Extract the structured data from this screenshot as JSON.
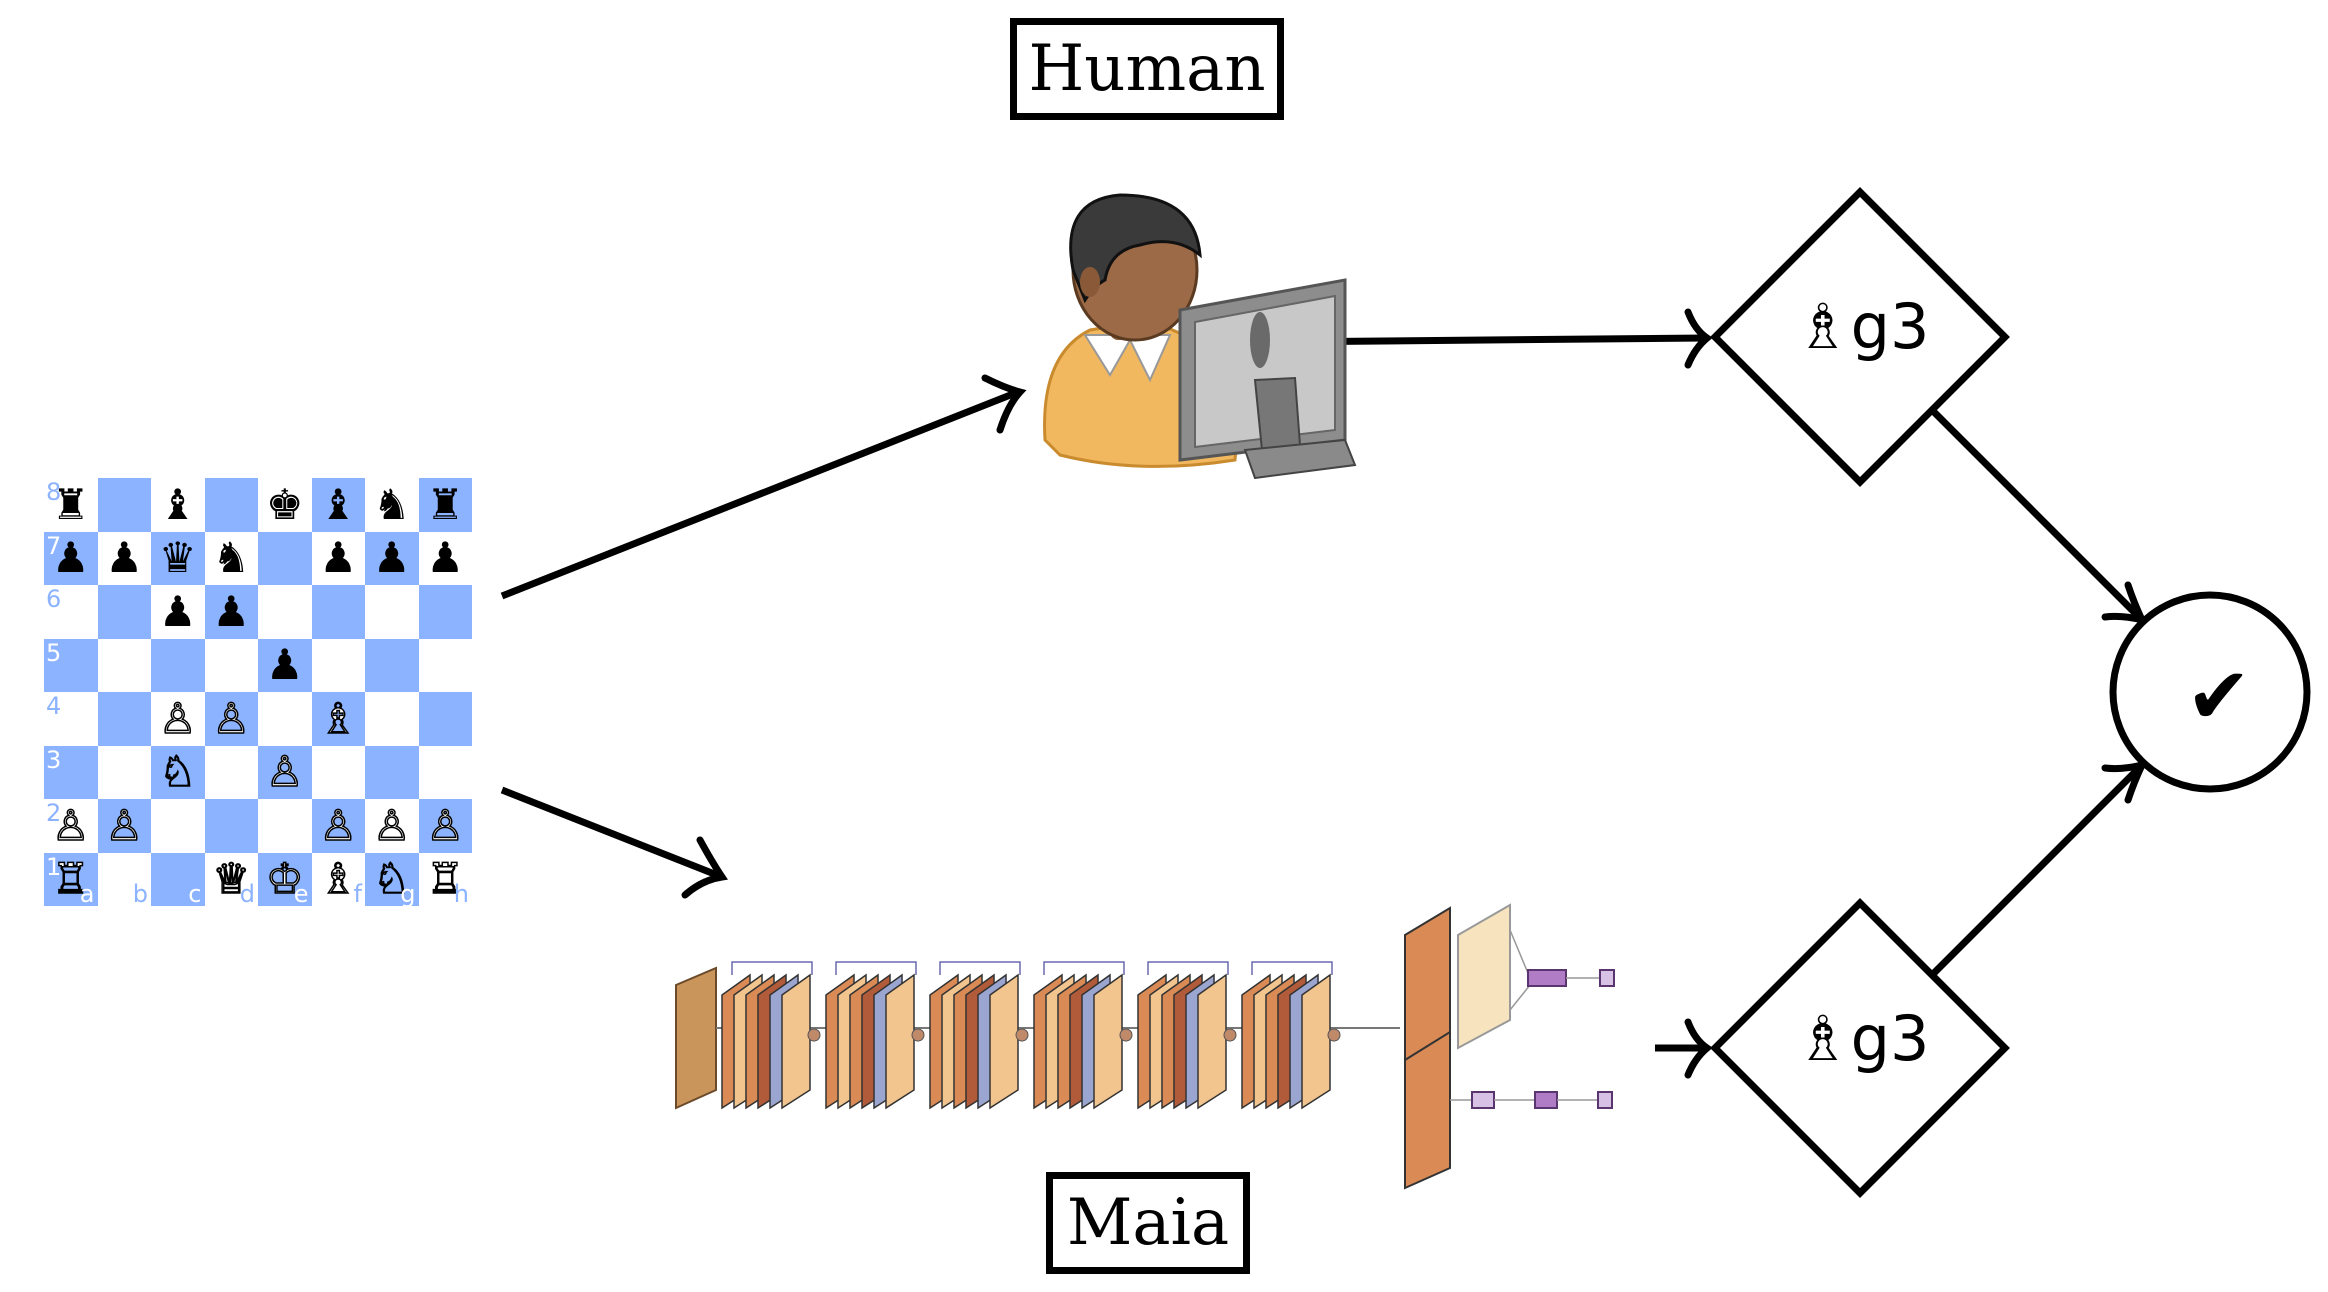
{
  "nodes": {
    "human_label": "Human",
    "maia_label": "Maia",
    "move_top": "♗g3",
    "move_bottom": "♗g3",
    "result_mark": "✔"
  },
  "board": {
    "light_color": "#ffffff",
    "dark_color": "#8cb3ff",
    "ranks": [
      "8",
      "7",
      "6",
      "5",
      "4",
      "3",
      "2",
      "1"
    ],
    "files": [
      "a",
      "b",
      "c",
      "d",
      "e",
      "f",
      "g",
      "h"
    ],
    "rows": [
      [
        "♜",
        "",
        "♝",
        "",
        "♚",
        "♝",
        "♞",
        "♜"
      ],
      [
        "♟",
        "♟",
        "♛",
        "♞",
        "",
        "♟",
        "♟",
        "♟"
      ],
      [
        "",
        "",
        "♟",
        "♟",
        "",
        "",
        "",
        ""
      ],
      [
        "",
        "",
        "",
        "",
        "♟",
        "",
        "",
        ""
      ],
      [
        "",
        "",
        "♙",
        "♙",
        "",
        "♗",
        "",
        ""
      ],
      [
        "",
        "",
        "♘",
        "",
        "♙",
        "",
        "",
        ""
      ],
      [
        "♙",
        "♙",
        "",
        "",
        "",
        "♙",
        "♙",
        "♙"
      ],
      [
        "♖",
        "",
        "",
        "♕",
        "♔",
        "♗",
        "♘",
        "♖"
      ]
    ]
  },
  "icons": [
    "human-at-computer-icon",
    "neural-network-icon",
    "checkmark-icon"
  ]
}
